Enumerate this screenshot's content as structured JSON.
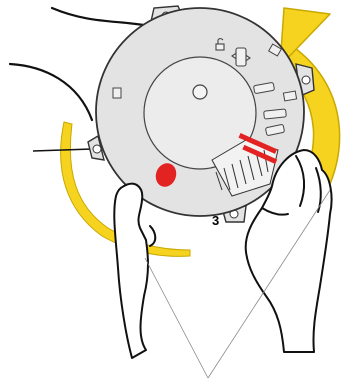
{
  "diagram": {
    "step_label": "3",
    "colors": {
      "arrow": "#f6d31f",
      "arrow_outline": "#c9a800",
      "device_fill": "#e3e3e3",
      "device_outline": "#333333",
      "marker": "#e32222",
      "ink": "#111111",
      "background": "#ffffff"
    },
    "icons": [
      "rotate-clockwise-arrow",
      "rotate-counterclockwise-arrow",
      "left-hand",
      "right-hand",
      "pointer-line",
      "unlock-icon"
    ]
  }
}
